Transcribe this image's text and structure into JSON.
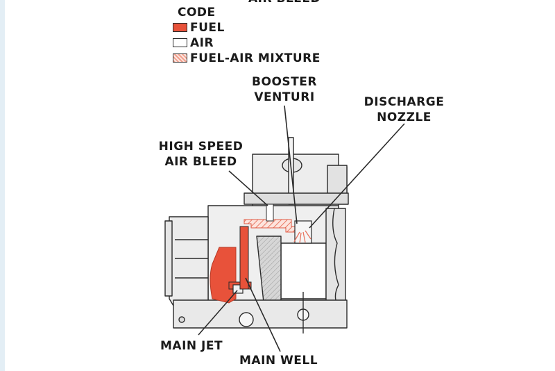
{
  "header_partial": "AIR BLEED",
  "legend": {
    "title": "CODE",
    "items": [
      {
        "label": "FUEL",
        "color": "#e8523a"
      },
      {
        "label": "AIR",
        "color": "#ffffff"
      },
      {
        "label": "FUEL-AIR MIXTURE",
        "color": "#f4a89a"
      }
    ]
  },
  "callouts": {
    "booster_venturi": [
      "BOOSTER",
      "VENTURI"
    ],
    "discharge_nozzle": [
      "DISCHARGE",
      "NOZZLE"
    ],
    "high_speed_air_bleed": [
      "HIGH SPEED",
      "AIR BLEED"
    ],
    "main_jet": "MAIN JET",
    "main_well": "MAIN WELL"
  },
  "colors": {
    "fuel": "#e8523a",
    "mixture": "#f4a89a",
    "metal": "#ededed",
    "shadow": "#c9c9c9",
    "line": "#2b2b2b"
  }
}
